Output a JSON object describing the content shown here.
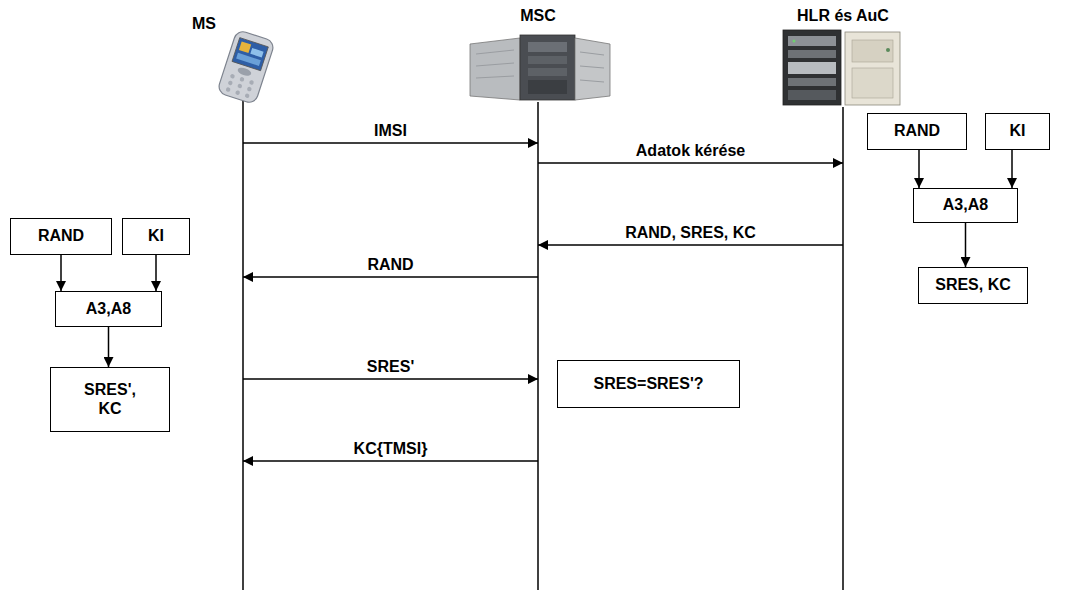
{
  "diagram": {
    "nodes": [
      {
        "text": [
          "MS"
        ]
      },
      {
        "text": [
          "MSC"
        ]
      },
      {
        "text": [
          "HLR és AuC"
        ]
      },
      {
        "text": [
          "RAND"
        ]
      },
      {
        "text": [
          "KI"
        ]
      },
      {
        "text": [
          "A3,A8"
        ]
      },
      {
        "text": [
          "SRES, KC"
        ]
      },
      {
        "text": [
          "RAND"
        ]
      },
      {
        "text": [
          "KI"
        ]
      },
      {
        "text": [
          "A3,A8"
        ]
      },
      {
        "text": [
          "SRES=SRES'?"
        ]
      },
      {
        "text": [
          "SRES', KC"
        ]
      }
    ],
    "edges": [
      {
        "from": 0,
        "to": 1,
        "label": "IMSI",
        "arrow": "to"
      },
      {
        "from": 1,
        "to": 2,
        "label": "Adatok kérése",
        "arrow": "to"
      },
      {
        "from": 2,
        "to": 1,
        "label": "RAND, SRES, KC",
        "arrow": "to"
      },
      {
        "from": 1,
        "to": 0,
        "label": "RAND",
        "arrow": "to"
      },
      {
        "from": 0,
        "to": 1,
        "label": "SRES'",
        "arrow": "to"
      },
      {
        "from": 1,
        "to": 0,
        "label": "KC{TMSI}",
        "arrow": "to"
      },
      {
        "from": 3,
        "to": 5,
        "arrow": "to"
      },
      {
        "from": 4,
        "to": 5,
        "arrow": "to"
      },
      {
        "from": 5,
        "to": 6,
        "arrow": "to"
      },
      {
        "from": 7,
        "to": 9,
        "arrow": "to"
      },
      {
        "from": 8,
        "to": 9,
        "arrow": "to"
      },
      {
        "from": 9,
        "to": 11,
        "arrow": "to"
      }
    ]
  }
}
